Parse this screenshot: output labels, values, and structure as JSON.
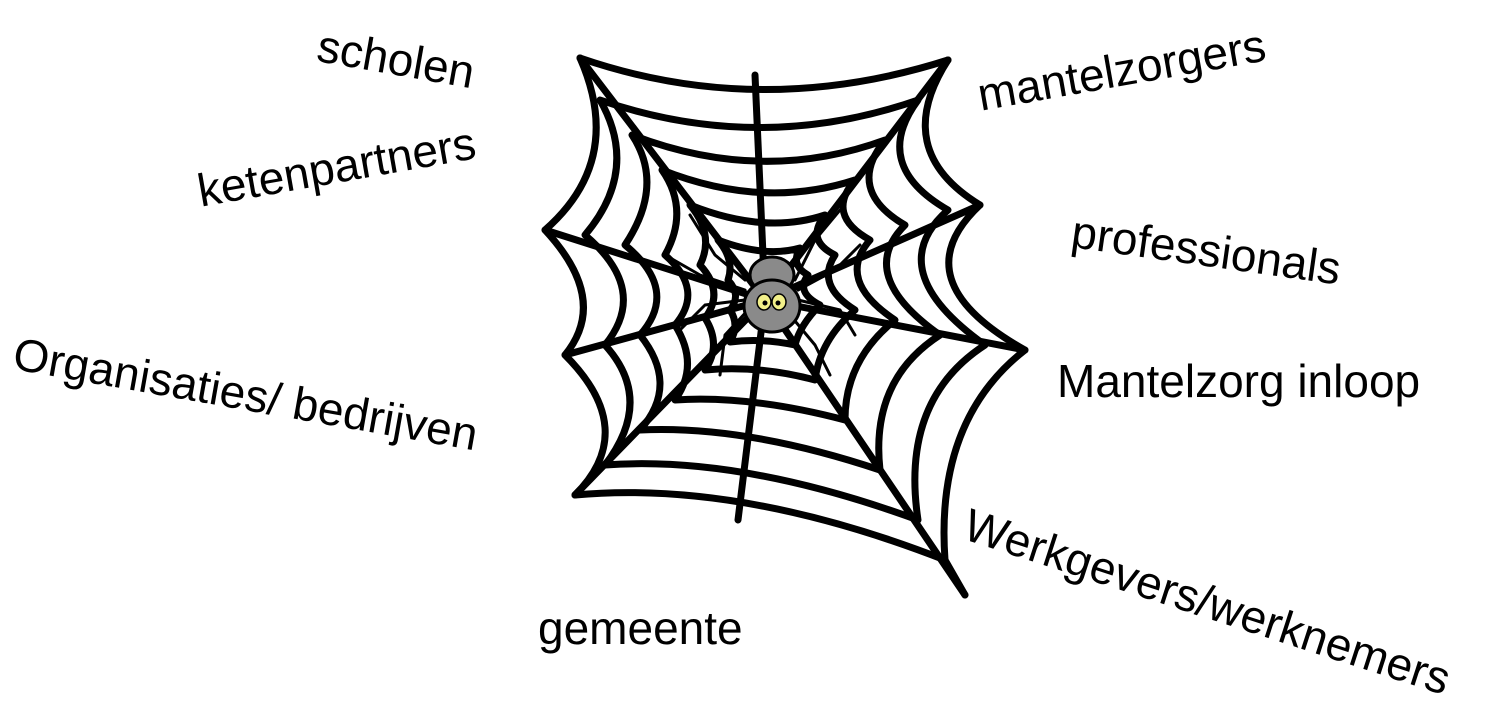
{
  "labels": {
    "scholen": "scholen",
    "mantelzorgers": "mantelzorgers",
    "ketenpartners": "ketenpartners",
    "professionals": "professionals",
    "organisaties": "Organisaties/ bedrijven",
    "mantelzorg_inloop": "Mantelzorg inloop",
    "werkgevers": "Werkgevers/werknemers",
    "gemeente": "gemeente"
  },
  "colors": {
    "web": "#000000",
    "spider_body": "#8a8a8a",
    "spider_eye": "#f2f08a"
  },
  "icon": "spider-web-with-spider"
}
